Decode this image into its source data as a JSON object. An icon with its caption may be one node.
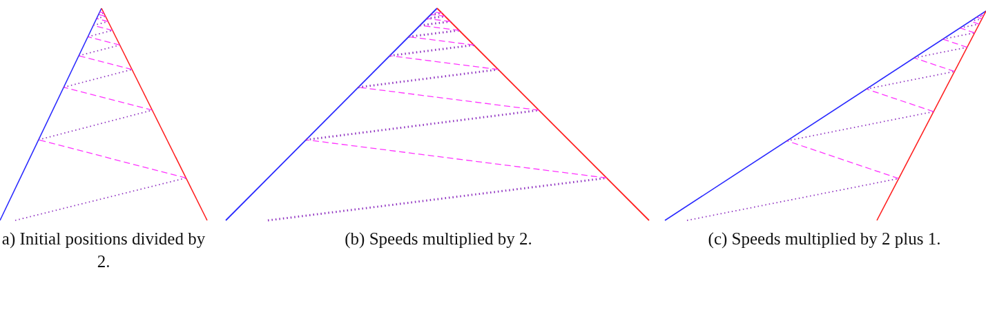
{
  "diagram": {
    "labels": [
      "a) Initial positions divided by 2.",
      "(b) Speeds multiplied by 2.",
      "(c) Speeds multiplied by 2 plus 1."
    ]
  }
}
